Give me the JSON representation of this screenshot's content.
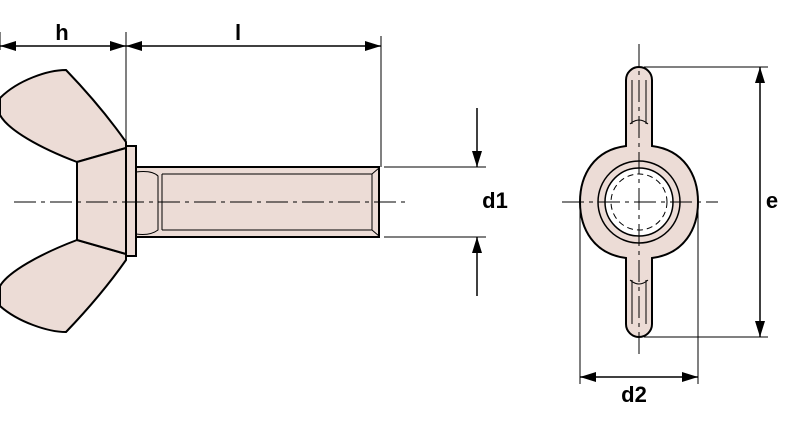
{
  "dimensions": {
    "h": "h",
    "l": "l",
    "d1": "d1",
    "d2": "d2",
    "e": "e"
  },
  "colors": {
    "fill": "#ecdcd6",
    "stroke": "#000000"
  }
}
